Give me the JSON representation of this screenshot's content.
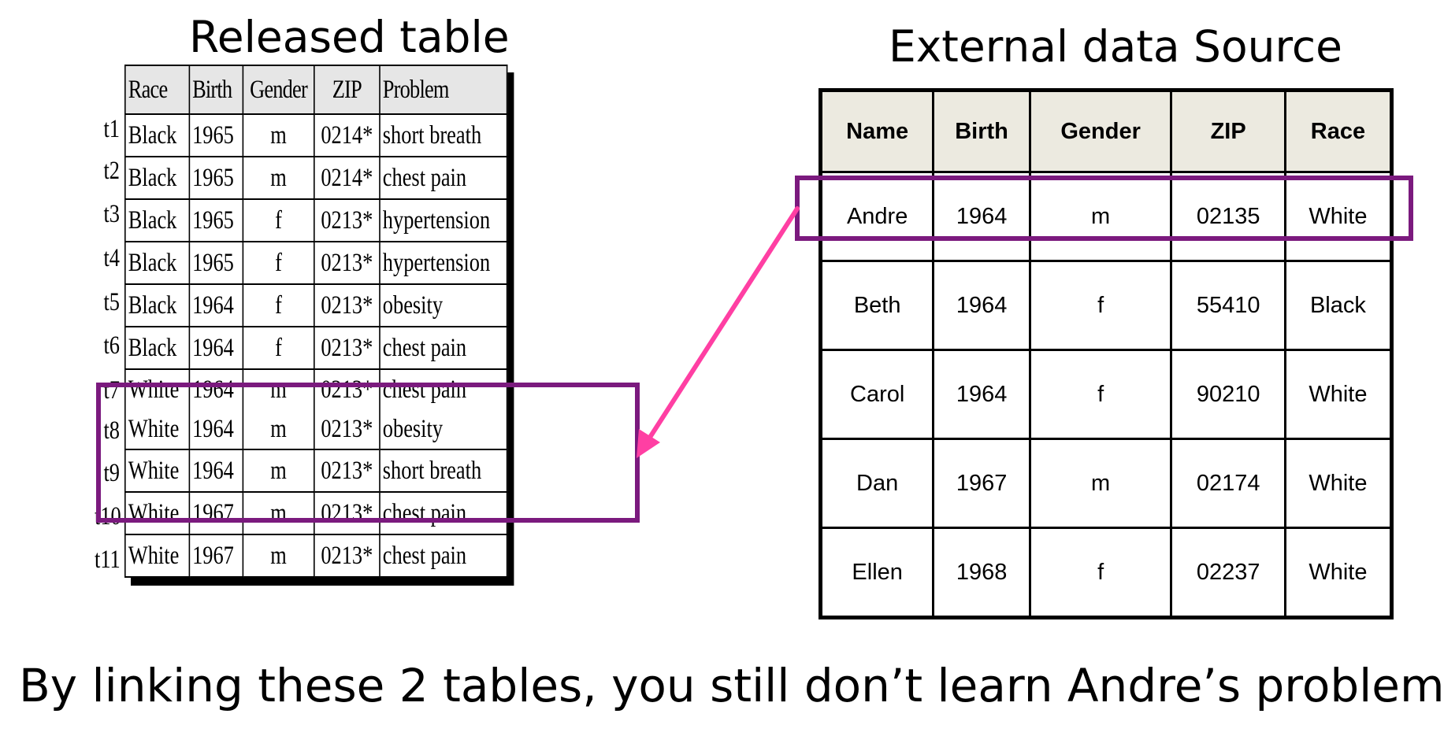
{
  "released_table": {
    "title": "Released table",
    "columns": [
      "Race",
      "Birth",
      "Gender",
      "ZIP",
      "Problem"
    ],
    "rows": [
      {
        "id": "t1",
        "race": "Black",
        "birth": "1965",
        "gender": "m",
        "zip": "0214*",
        "problem": "short breath"
      },
      {
        "id": "t2",
        "race": "Black",
        "birth": "1965",
        "gender": "m",
        "zip": "0214*",
        "problem": "chest pain"
      },
      {
        "id": "t3",
        "race": "Black",
        "birth": "1965",
        "gender": "f",
        "zip": "0213*",
        "problem": "hypertension"
      },
      {
        "id": "t4",
        "race": "Black",
        "birth": "1965",
        "gender": "f",
        "zip": "0213*",
        "problem": "hypertension"
      },
      {
        "id": "t5",
        "race": "Black",
        "birth": "1964",
        "gender": "f",
        "zip": "0213*",
        "problem": "obesity"
      },
      {
        "id": "t6",
        "race": "Black",
        "birth": "1964",
        "gender": "f",
        "zip": "0213*",
        "problem": "chest pain"
      },
      {
        "id": "t7",
        "race": "White",
        "birth": "1964",
        "gender": "m",
        "zip": "0213*",
        "problem": "chest pain"
      },
      {
        "id": "t8",
        "race": "White",
        "birth": "1964",
        "gender": "m",
        "zip": "0213*",
        "problem": "obesity"
      },
      {
        "id": "t9",
        "race": "White",
        "birth": "1964",
        "gender": "m",
        "zip": "0213*",
        "problem": "short breath"
      },
      {
        "id": "t10",
        "race": "White",
        "birth": "1967",
        "gender": "m",
        "zip": "0213*",
        "problem": "chest pain"
      },
      {
        "id": "t11",
        "race": "White",
        "birth": "1967",
        "gender": "m",
        "zip": "0213*",
        "problem": "chest pain"
      }
    ]
  },
  "external_table": {
    "title": "External data Source",
    "columns": [
      "Name",
      "Birth",
      "Gender",
      "ZIP",
      "Race"
    ],
    "rows": [
      {
        "name": "Andre",
        "birth": "1964",
        "gender": "m",
        "zip": "02135",
        "race": "White"
      },
      {
        "name": "Beth",
        "birth": "1964",
        "gender": "f",
        "zip": "55410",
        "race": "Black"
      },
      {
        "name": "Carol",
        "birth": "1964",
        "gender": "f",
        "zip": "90210",
        "race": "White"
      },
      {
        "name": "Dan",
        "birth": "1967",
        "gender": "m",
        "zip": "02174",
        "race": "White"
      },
      {
        "name": "Ellen",
        "birth": "1968",
        "gender": "f",
        "zip": "02237",
        "race": "White"
      }
    ]
  },
  "caption": "By linking these 2 tables, you still don’t learn Andre’s problem",
  "colors": {
    "highlight": "#7b1a7e",
    "arrow": "#ff3fa3",
    "released_header_bg": "#e6e6e6",
    "external_header_bg": "#eceae0"
  }
}
